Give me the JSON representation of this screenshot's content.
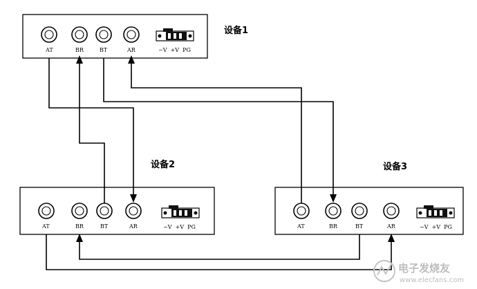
{
  "devices": [
    {
      "id": "device-1",
      "title": "设备1",
      "ports": [
        "AT",
        "BR",
        "BT",
        "AR"
      ],
      "power_label": "−V  +V  PG"
    },
    {
      "id": "device-2",
      "title": "设备2",
      "ports": [
        "AT",
        "BR",
        "BT",
        "AR"
      ],
      "power_label": "−V  +V  PG"
    },
    {
      "id": "device-3",
      "title": "设备3",
      "ports": [
        "AT",
        "BR",
        "BT",
        "AR"
      ],
      "power_label": "−V  +V  PG"
    }
  ],
  "connections": [
    {
      "from": "device-1.AT",
      "to": "device-2.AR"
    },
    {
      "from": "device-2.BT",
      "to": "device-1.BR"
    },
    {
      "from": "device-1.BT",
      "to": "device-3.BR"
    },
    {
      "from": "device-3.AT",
      "to": "device-1.AR"
    },
    {
      "from": "device-2.AT",
      "to": "device-3.AR"
    },
    {
      "from": "device-3.BT",
      "to": "device-2.BR"
    }
  ],
  "watermark": {
    "brand": "电子发烧友",
    "url": "www.elecfans.com"
  }
}
